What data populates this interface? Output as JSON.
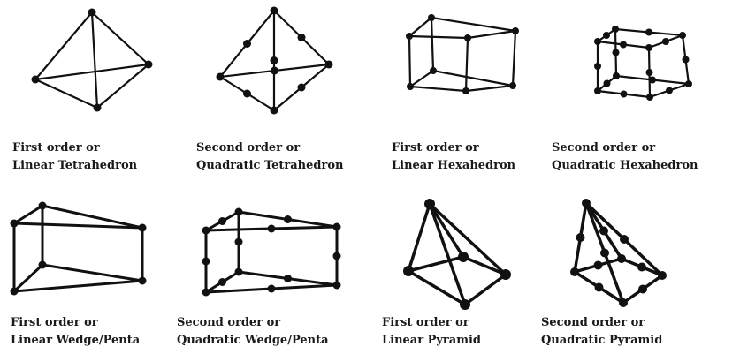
{
  "colors": {
    "stroke": "#111111",
    "text": "#1a1a1a",
    "background": "#ffffff"
  },
  "elements": [
    {
      "id": "linear-tetrahedron",
      "line1": "First order or",
      "line2": "Linear Tetrahedron"
    },
    {
      "id": "quadratic-tetrahedron",
      "line1": "Second order or",
      "line2": "Quadratic Tetrahedron"
    },
    {
      "id": "linear-hexahedron",
      "line1": "First order or",
      "line2": "Linear Hexahedron"
    },
    {
      "id": "quadratic-hexahedron",
      "line1": "Second order or",
      "line2": "Quadratic Hexahedron"
    },
    {
      "id": "linear-wedge-penta",
      "line1": "First order or",
      "line2": "Linear Wedge/Penta"
    },
    {
      "id": "quadratic-wedge-penta",
      "line1": "Second order or",
      "line2": "Quadratic Wedge/Penta"
    },
    {
      "id": "linear-pyramid",
      "line1": "First order or",
      "line2": "Linear Pyramid"
    },
    {
      "id": "quadratic-pyramid",
      "line1": "Second order or",
      "line2": "Quadratic Pyramid"
    }
  ]
}
